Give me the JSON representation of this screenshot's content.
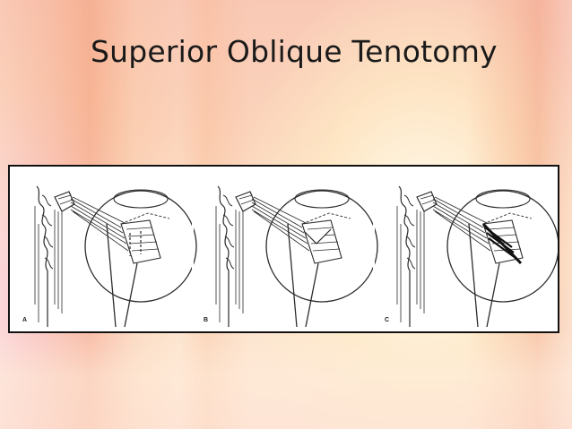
{
  "slide": {
    "title": "Superior Oblique Tenotomy"
  },
  "figure": {
    "panels": [
      {
        "label": "A"
      },
      {
        "label": "B"
      },
      {
        "label": "C"
      }
    ]
  },
  "colors": {
    "title_text": "#1a1a1a",
    "frame_border": "#111111",
    "figure_background": "#ffffff",
    "line_art": "#2b2b2b"
  }
}
